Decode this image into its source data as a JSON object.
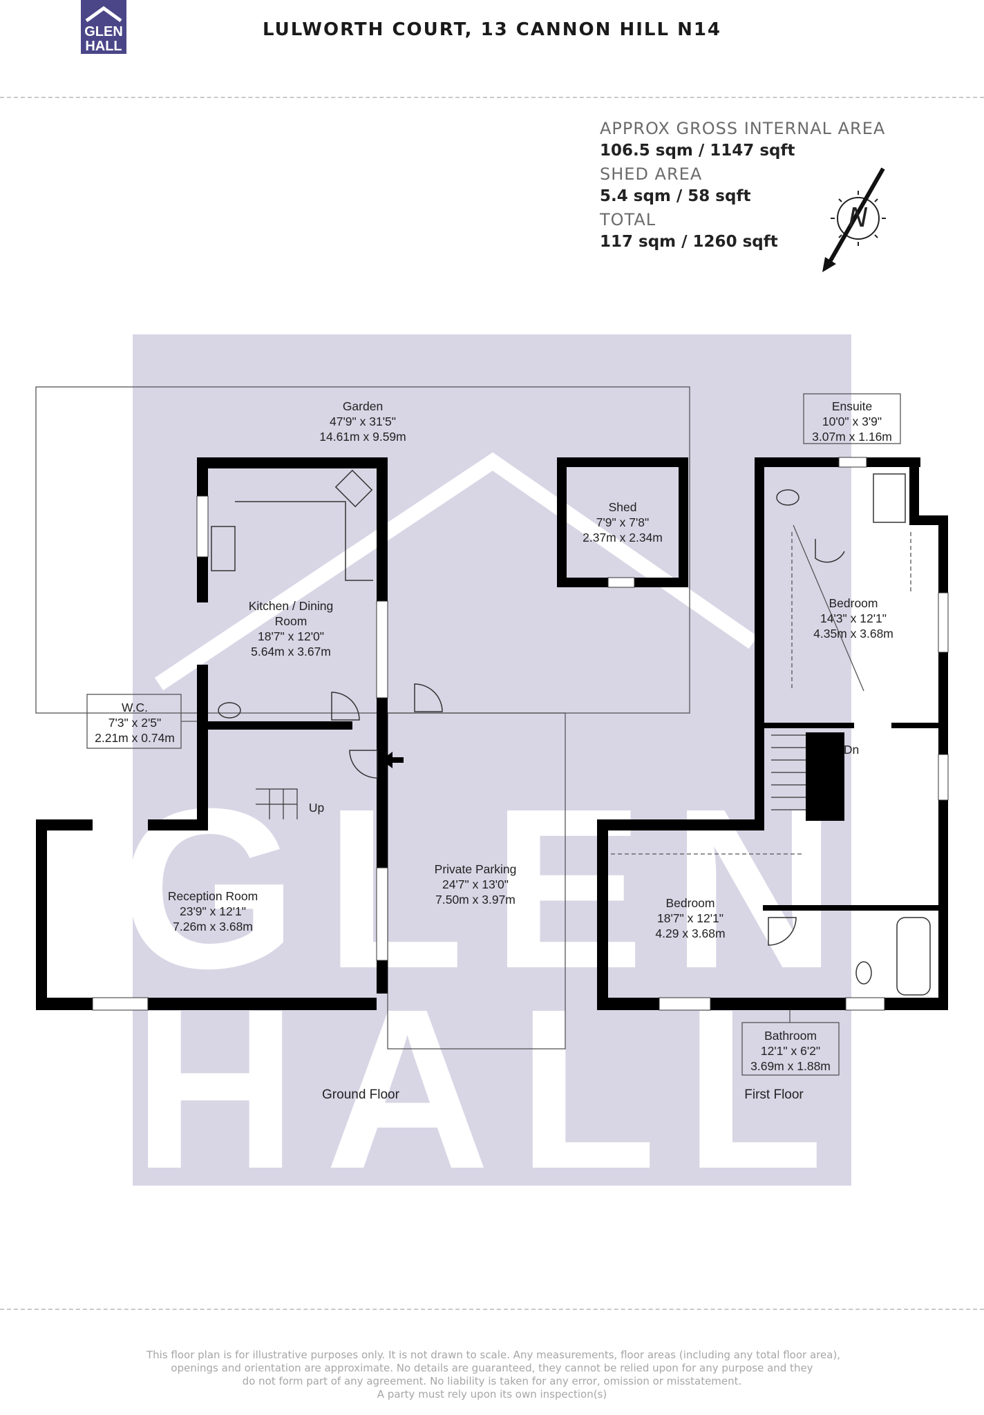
{
  "header": {
    "logo_text": "GLEN HALL",
    "title": "LULWORTH COURT, 13 CANNON HILL N14"
  },
  "areas": {
    "gross_label": "APPROX GROSS INTERNAL AREA",
    "gross_value": "106.5 sqm / 1147 sqft",
    "shed_label": "SHED AREA",
    "shed_value": "5.4 sqm / 58 sqft",
    "total_label": "TOTAL",
    "total_value": "117 sqm / 1260 sqft"
  },
  "compass": {
    "letter": "N"
  },
  "watermark": {
    "text": "GLEN HALL"
  },
  "rooms": {
    "garden": {
      "name": "Garden",
      "imperial": "47'9\" x 31'5\"",
      "metric": "14.61m x 9.59m"
    },
    "shed": {
      "name": "Shed",
      "imperial": "7'9\" x 7'8\"",
      "metric": "2.37m x 2.34m"
    },
    "kitchen": {
      "name1": "Kitchen / Dining",
      "name2": "Room",
      "imperial": "18'7\" x 12'0\"",
      "metric": "5.64m x 3.67m"
    },
    "wc": {
      "name": "W.C.",
      "imperial": "7'3\" x 2'5\"",
      "metric": "2.21m x 0.74m"
    },
    "reception": {
      "name": "Reception Room",
      "imperial": "23'9\" x 12'1\"",
      "metric": "7.26m x 3.68m"
    },
    "parking": {
      "name": "Private Parking",
      "imperial": "24'7\" x 13'0\"",
      "metric": "7.50m x 3.97m"
    },
    "ensuite": {
      "name": "Ensuite",
      "imperial": "10'0\" x 3'9\"",
      "metric": "3.07m x 1.16m"
    },
    "bedroom1": {
      "name": "Bedroom",
      "imperial": "14'3\" x 12'1\"",
      "metric": "4.35m x 3.68m"
    },
    "bedroom2": {
      "name": "Bedroom",
      "imperial": "18'7\" x 12'1\"",
      "metric": "4.29 x 3.68m"
    },
    "bathroom": {
      "name": "Bathroom",
      "imperial": "12'1\" x 6'2\"",
      "metric": "3.69m x 1.88m"
    }
  },
  "stairs": {
    "up": "Up",
    "down": "Dn"
  },
  "floors": {
    "ground": "Ground Floor",
    "first": "First Floor"
  },
  "disclaimer": [
    "This floor plan is for illustrative purposes only. It is not drawn to scale. Any measurements, floor areas (including any total floor area),",
    "openings and orientation are approximate. No details are guaranteed, they cannot be relied upon for any purpose and they",
    "do not form part of any agreement. No liability is taken for any error, omission or misstatement.",
    "A party must rely upon its own inspection(s)"
  ],
  "colors": {
    "watermark": "#d8d6e5",
    "logo": "#4b4688",
    "walls": "#000000",
    "text": "#1a1a1a",
    "muted": "#a6a6a6"
  }
}
